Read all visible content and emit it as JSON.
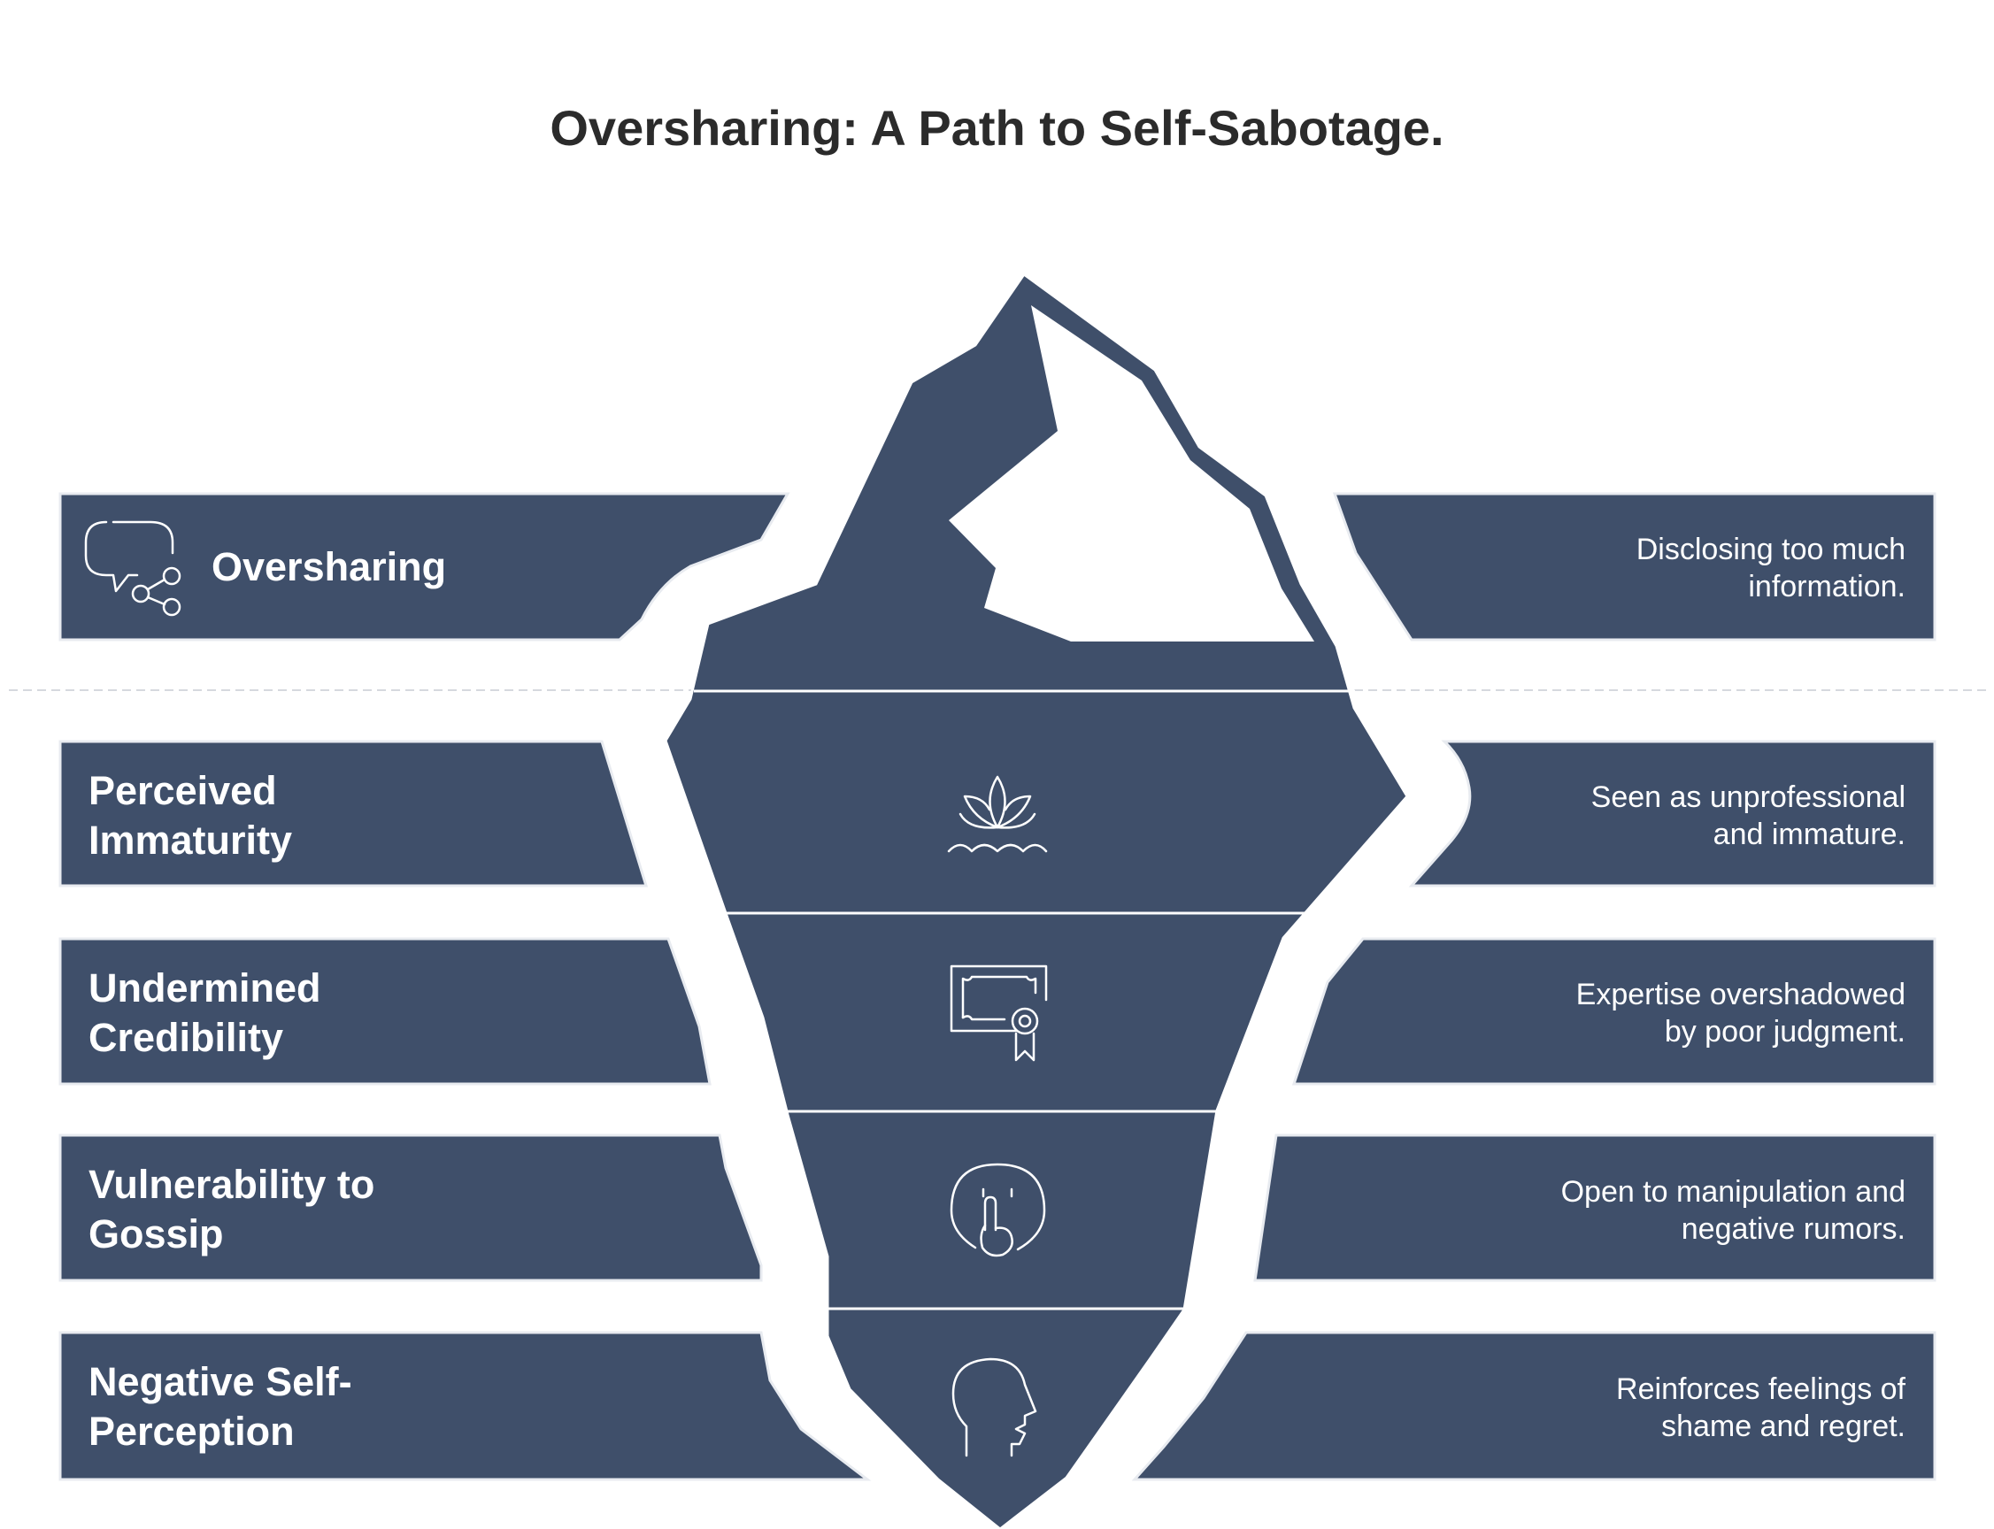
{
  "title": "Oversharing: A Path to Self-Sabotage.",
  "colors": {
    "band": "#3f4f6a",
    "background": "#ffffff",
    "text_dark": "#2b2b2b"
  },
  "rows": [
    {
      "label": "Oversharing",
      "description": "Disclosing too much information.",
      "icon": "speech-bubble-share-icon"
    },
    {
      "label": "Perceived Immaturity",
      "description": "Seen as unprofessional and immature.",
      "icon": "lotus-icon"
    },
    {
      "label": "Undermined Credibility",
      "description": "Expertise overshadowed by poor judgment.",
      "icon": "certificate-icon"
    },
    {
      "label": "Vulnerability to Gossip",
      "description": "Open to manipulation and negative rumors.",
      "icon": "shush-face-icon"
    },
    {
      "label": "Negative Self-Perception",
      "description": "Reinforces feelings of shame and regret.",
      "icon": "head-profile-icon"
    }
  ]
}
